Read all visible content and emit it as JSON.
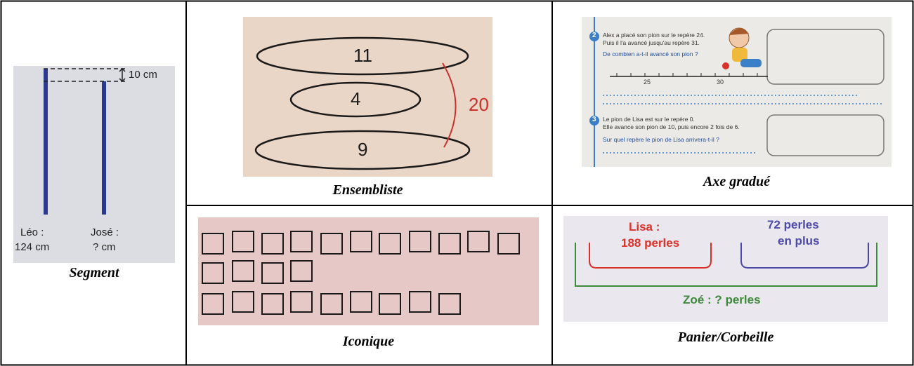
{
  "captions": {
    "segment": "Segment",
    "ensembliste": "Ensembliste",
    "axe": "Axe gradué",
    "iconique": "Iconique",
    "panier": "Panier/Corbeille"
  },
  "segment": {
    "measure": "10 cm",
    "leo_name": "Léo :",
    "leo_value": "124 cm",
    "jose_name": "José :",
    "jose_value": "? cm"
  },
  "ensembliste": {
    "top": "11",
    "middle": "4",
    "bottom": "9",
    "total": "20"
  },
  "axe": {
    "q2_number": "2",
    "q2_line1": "Alex a placé son pion sur le repère 24.",
    "q2_line2": "Puis il l'a avancé jusqu'au repère 31.",
    "q2_question": "De combien a-t-il avancé son pion ?",
    "tick_25": "25",
    "tick_30": "30",
    "q3_number": "3",
    "q3_line1": "Le pion de Lisa est sur le repère 0.",
    "q3_line2": "Elle avance son pion de 10, puis encore 2 fois de 6.",
    "q3_question": "Sur quel repère le pion de Lisa arrivera-t-il ?"
  },
  "iconique": {
    "row1_count": 11,
    "row2_count": 4,
    "row3_count": 9
  },
  "panier": {
    "lisa_line1": "Lisa :",
    "lisa_line2": "188 perles",
    "plus_line1": "72 perles",
    "plus_line2": "en plus",
    "zoe": "Zoé : ? perles"
  },
  "colors": {
    "red": "#d8322a",
    "blue_purple": "#4b4aa8",
    "green": "#3d8a3a",
    "segment_blue": "#2b3a8e"
  }
}
